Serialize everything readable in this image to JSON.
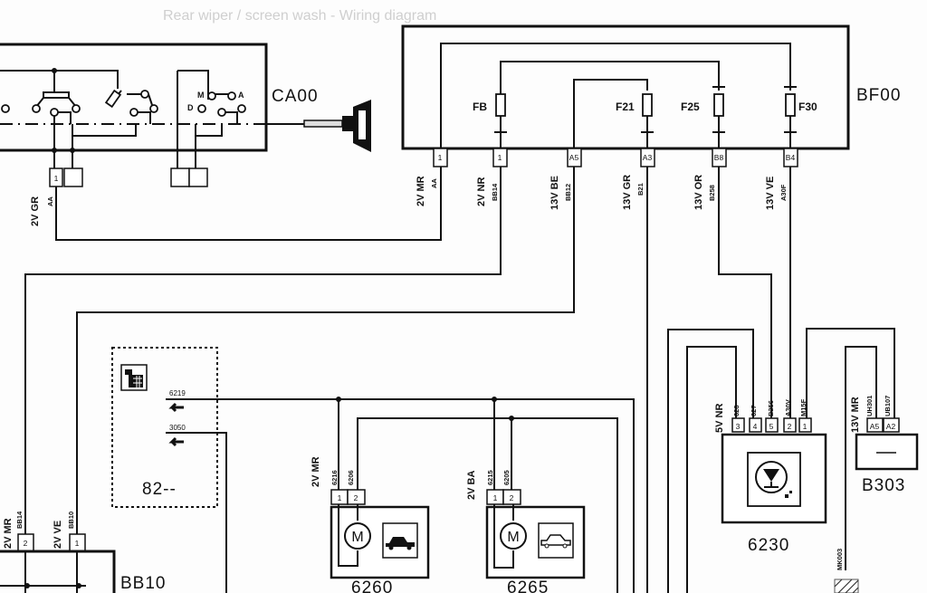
{
  "faint_header": "Rear wiper / screen wash - Wiring diagram",
  "components": {
    "ca00": {
      "id": "CA00"
    },
    "bf00": {
      "id": "BF00",
      "fuses": [
        "FB",
        "F21",
        "F25",
        "F30"
      ],
      "pins": [
        "1",
        "1",
        "A5",
        "A3",
        "B8",
        "B4"
      ]
    },
    "bb10": {
      "id": "BB10",
      "pins": [
        "2",
        "1"
      ]
    },
    "c82": {
      "id": "82--",
      "signals": [
        "6219",
        "3050"
      ]
    },
    "c6260": {
      "id": "6260",
      "pins": [
        "1",
        "2"
      ]
    },
    "c6265": {
      "id": "6265",
      "pins": [
        "1",
        "2"
      ]
    },
    "c6230": {
      "id": "6230",
      "pins": [
        "3",
        "4",
        "5",
        "2",
        "1"
      ]
    },
    "b303": {
      "id": "B303",
      "pins": [
        "A5",
        "A2"
      ]
    }
  },
  "wires": {
    "ca00_out": {
      "spec": "2V GR",
      "code": "AA"
    },
    "bf00_w1": {
      "spec": "2V MR",
      "code": "AA"
    },
    "bf00_w2": {
      "spec": "2V NR",
      "code": "BB14"
    },
    "bf00_w3": {
      "spec": "13V BE",
      "code": "BB12"
    },
    "bf00_w4": {
      "spec": "13V GR",
      "code": "B21"
    },
    "bf00_w5": {
      "spec": "13V OR",
      "code": "B258"
    },
    "bf00_w6": {
      "spec": "13V VE",
      "code": "A30F"
    },
    "bb10_w1": {
      "spec": "2V MR",
      "code": "BB14"
    },
    "bb10_w2": {
      "spec": "2V VE",
      "code": "BB10"
    },
    "m6260": {
      "spec": "2V MR",
      "codes": [
        "6216",
        "6206"
      ]
    },
    "m6265": {
      "spec": "2V BA",
      "codes": [
        "6215",
        "6205"
      ]
    },
    "c6230_w": {
      "spec": "5V NR",
      "codes": [
        "628",
        "627",
        "B256",
        "A30V",
        "M15F"
      ]
    },
    "b303_w": {
      "spec": "13V MR",
      "codes": [
        "UH301",
        "UB107"
      ]
    },
    "ground": {
      "code": "MK003"
    }
  },
  "icons": {
    "ignition_key": "ignition-key-icon",
    "fuse": "fuse-icon",
    "motor": "M",
    "front_car": "front-car-icon",
    "rear_car": "rear-car-icon",
    "washer_pump": "washer-pump-icon",
    "multifunction": "multifunction-display-icon"
  }
}
